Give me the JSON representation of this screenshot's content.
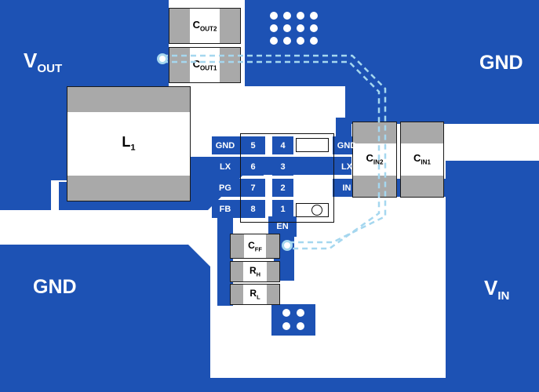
{
  "colors": {
    "copper": "#1d52b4",
    "pad": "#a9a9a9",
    "cyan": "#a5d7ef"
  },
  "nets": {
    "vout": {
      "main": "V",
      "sub": "OUT"
    },
    "gnd_top": "GND",
    "gnd_bottom": "GND",
    "vin": {
      "main": "V",
      "sub": "IN"
    }
  },
  "components": {
    "cout2": {
      "main": "C",
      "sub": "OUT2"
    },
    "cout1": {
      "main": "C",
      "sub": "OUT1"
    },
    "l1": {
      "main": "L",
      "sub": "1"
    },
    "cin2": {
      "main": "C",
      "sub": "IN2"
    },
    "cin1": {
      "main": "C",
      "sub": "IN1"
    },
    "cff": {
      "main": "C",
      "sub": "FF"
    },
    "rh": {
      "main": "R",
      "sub": "H"
    },
    "rl": {
      "main": "R",
      "sub": "L"
    }
  },
  "ic": {
    "left_pins": [
      {
        "num": "5",
        "label": "GND"
      },
      {
        "num": "6",
        "label": "LX"
      },
      {
        "num": "7",
        "label": "PG"
      },
      {
        "num": "8",
        "label": "FB"
      }
    ],
    "right_pins": [
      {
        "num": "4",
        "label": "GND"
      },
      {
        "num": "3",
        "label": "LX"
      },
      {
        "num": "2",
        "label": "IN"
      },
      {
        "num": "1",
        "label": "EN"
      }
    ]
  }
}
